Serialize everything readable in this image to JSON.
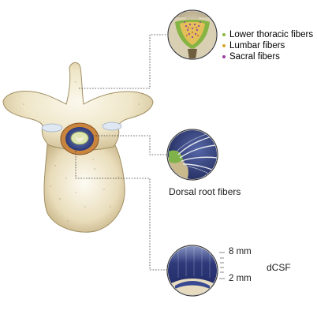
{
  "legend": {
    "items": [
      {
        "label": "Lower thoracic fibers",
        "color": "#8ab83a"
      },
      {
        "label": "Lumbar fibers",
        "color": "#d6a72a"
      },
      {
        "label": "Sacral fibers",
        "color": "#9a3fa0"
      }
    ]
  },
  "labels": {
    "dorsal_root": "Dorsal root fibers",
    "scale_top": "8 mm",
    "scale_bottom": "2 mm",
    "dcsf": "dCSF"
  },
  "colors": {
    "bone": "#efe6c8",
    "dura": "#c07a3a",
    "csf": "#3b4a8a",
    "cord_white": "#d9e2a8",
    "cord_gray": "#f2eee0",
    "leader": "#333333"
  }
}
